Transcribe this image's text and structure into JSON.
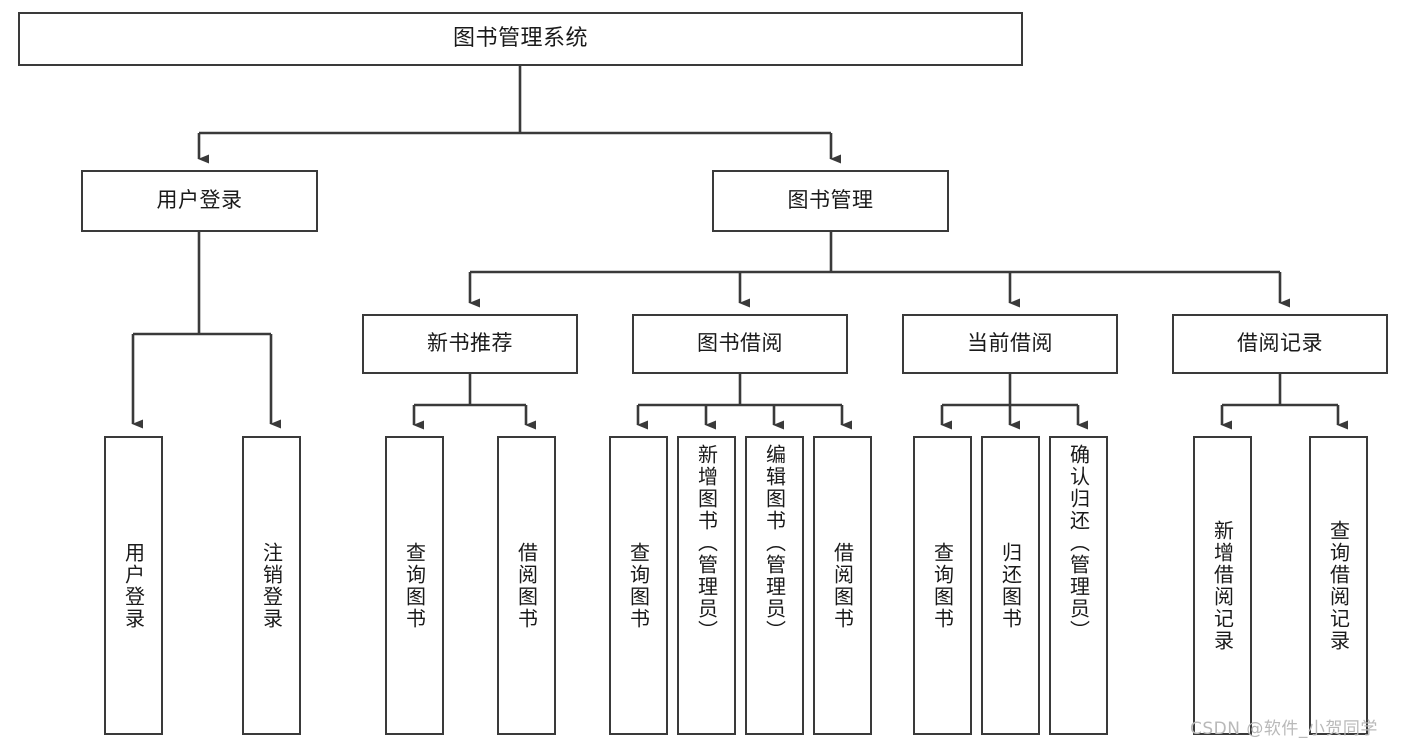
{
  "diagram": {
    "type": "hierarchy-tree",
    "title": "图书管理系统",
    "root": {
      "label": "图书管理系统"
    },
    "level1": [
      {
        "label": "用户登录"
      },
      {
        "label": "图书管理"
      }
    ],
    "level2": [
      {
        "label": "新书推荐"
      },
      {
        "label": "图书借阅"
      },
      {
        "label": "当前借阅"
      },
      {
        "label": "借阅记录"
      }
    ],
    "leaves": {
      "user_login": [
        {
          "label": "用户登录"
        },
        {
          "label": "注销登录"
        }
      ],
      "new_book_recommend": [
        {
          "label": "查询图书"
        },
        {
          "label": "借阅图书"
        }
      ],
      "book_borrow": [
        {
          "label": "查询图书"
        },
        {
          "label": "新增图书（管理员）"
        },
        {
          "label": "编辑图书（管理员）"
        },
        {
          "label": "借阅图书"
        }
      ],
      "current_borrow": [
        {
          "label": "查询图书"
        },
        {
          "label": "归还图书"
        },
        {
          "label": "确认归还（管理员）"
        }
      ],
      "borrow_record": [
        {
          "label": "新增借阅记录"
        },
        {
          "label": "查询借阅记录"
        }
      ]
    }
  },
  "watermark": {
    "text": "CSDN @软件_小贺同学"
  },
  "colors": {
    "box_border": "#3a3a3a",
    "box_fill": "#ffffff",
    "connector": "#3a3a3a",
    "text": "#1a1a1a",
    "watermark": "#b9b9b9"
  }
}
